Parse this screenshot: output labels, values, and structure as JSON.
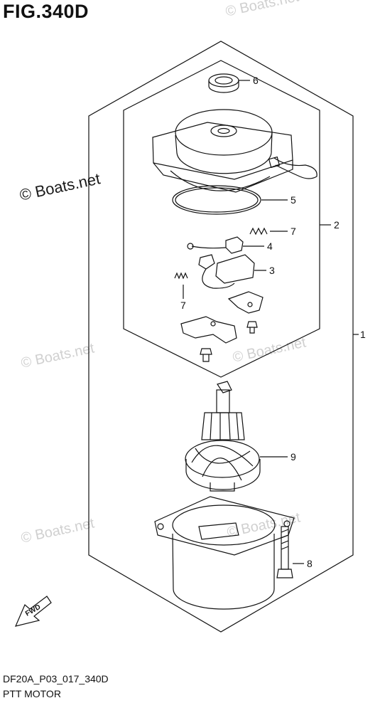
{
  "figure": {
    "title": "FIG.340D",
    "code": "DF20A_P03_017_340D",
    "caption": "PTT MOTOR"
  },
  "watermark": {
    "primary": "© Boats.net",
    "faint": "© Boats.net"
  },
  "direction_marker": {
    "label": "FWD"
  },
  "callouts": [
    "1",
    "2",
    "3",
    "4",
    "5",
    "6",
    "7",
    "7",
    "8",
    "9"
  ],
  "colors": {
    "line": "#111111",
    "watermark": "#d0d0d0"
  }
}
